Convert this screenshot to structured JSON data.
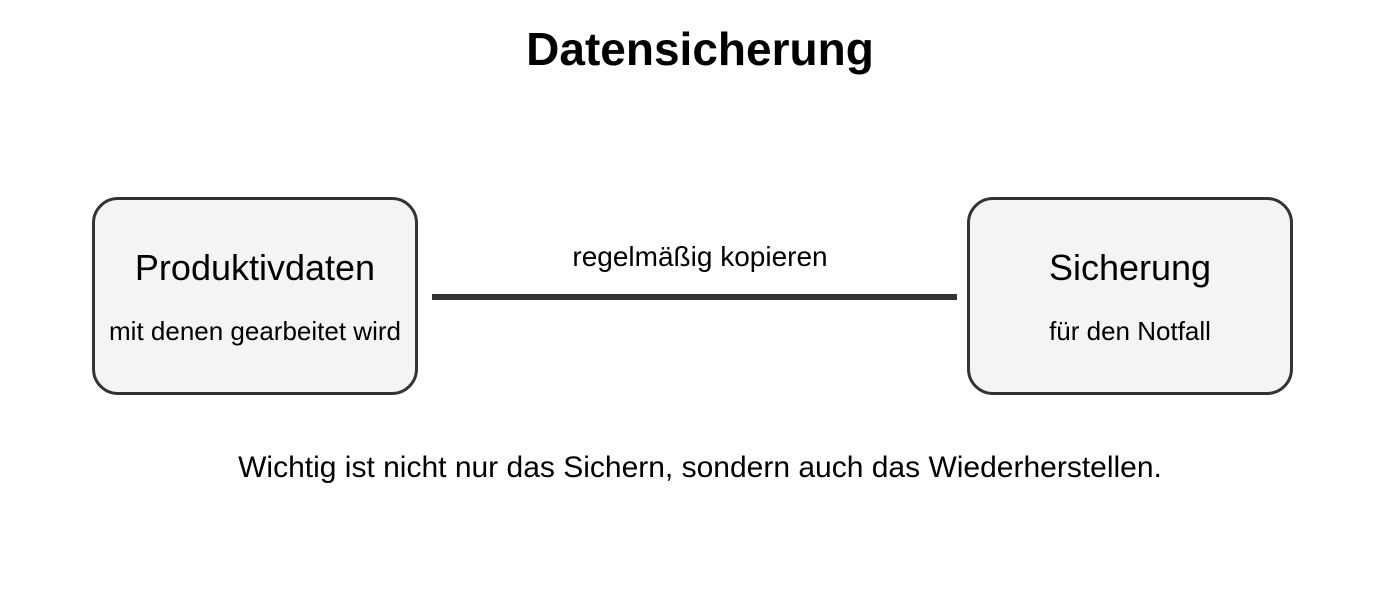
{
  "diagram": {
    "title": "Datensicherung",
    "nodes": [
      {
        "name": "Produktivdaten",
        "description": "mit denen gearbeitet wird"
      },
      {
        "name": "Sicherung",
        "description": "für den Notfall"
      }
    ],
    "edge": {
      "label": "regelmäßig kopieren"
    },
    "note": "Wichtig ist nicht nur das Sichern, sondern auch das Wiederherstellen."
  }
}
